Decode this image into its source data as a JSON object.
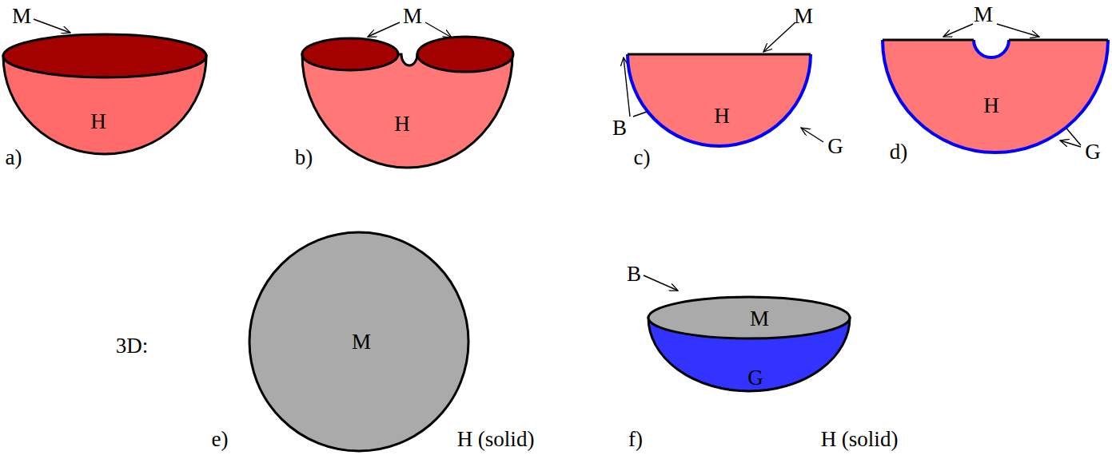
{
  "diagram": {
    "nodes": [
      {
        "text": [
          "H"
        ]
      },
      {
        "text": [
          "H"
        ]
      },
      {
        "text": [
          "H"
        ]
      },
      {
        "text": [
          "H"
        ]
      },
      {
        "text": [
          "M"
        ]
      },
      {
        "text": [
          "G"
        ]
      },
      {
        "text": [
          "M"
        ]
      }
    ],
    "labels": [
      "M",
      "a)",
      "M",
      "b)",
      "M",
      "B",
      "G",
      "c)",
      "M",
      "G",
      "d)",
      "3D:",
      "e)",
      "H (solid)",
      "B",
      "f)",
      "H (solid)"
    ]
  }
}
